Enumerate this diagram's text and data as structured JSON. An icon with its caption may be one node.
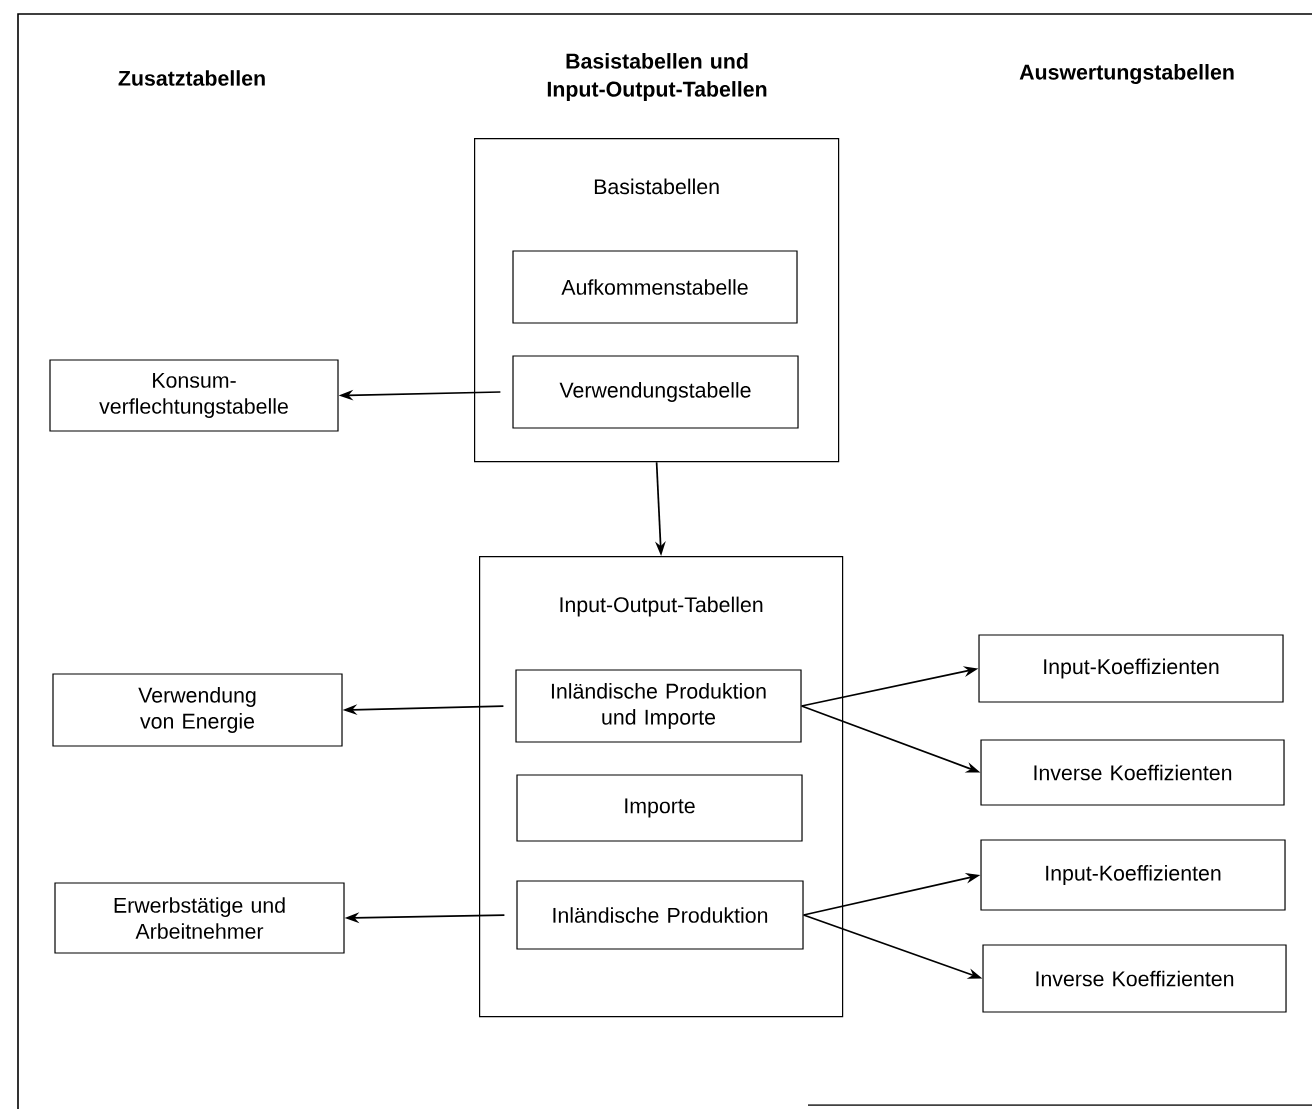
{
  "diagram": {
    "nodes": [
      {
        "text": [
          "Basistabellen"
        ]
      },
      {
        "text": [
          "Aufkommenstabelle"
        ],
        "in": 0
      },
      {
        "text": [
          "Verwendungstabelle"
        ],
        "in": 0
      },
      {
        "text": [
          "Konsum- verflechtungstabelle"
        ]
      },
      {
        "text": [
          "Input-Output-Tabellen"
        ]
      },
      {
        "text": [
          "Inländische Produktion und Importe"
        ],
        "in": 4
      },
      {
        "text": [
          "Importe"
        ],
        "in": 4
      },
      {
        "text": [
          "Inländische Produktion"
        ],
        "in": 4
      },
      {
        "text": [
          "Verwendung von Energie"
        ]
      },
      {
        "text": [
          "Erwerbstätige und Arbeitnehmer"
        ]
      },
      {
        "text": [
          "Input-Koeffizienten"
        ]
      },
      {
        "text": [
          "Inverse Koeffizienten"
        ]
      },
      {
        "text": [
          "Input-Koeffizienten"
        ]
      },
      {
        "text": [
          "Inverse Koeffizienten"
        ]
      }
    ],
    "edges": [
      {
        "from": 2,
        "to": 3,
        "arrow": "to"
      },
      {
        "from": 0,
        "to": 4,
        "arrow": "to"
      },
      {
        "from": 5,
        "to": 8,
        "arrow": "to"
      },
      {
        "from": 7,
        "to": 9,
        "arrow": "to"
      },
      {
        "from": 5,
        "to": 10,
        "arrow": "to"
      },
      {
        "from": 5,
        "to": 11,
        "arrow": "to"
      },
      {
        "from": 7,
        "to": 12,
        "arrow": "to"
      },
      {
        "from": 7,
        "to": 13,
        "arrow": "to"
      }
    ],
    "labels": [
      "Zusatztabellen",
      "Basistabellen und Input-Output-Tabellen",
      "Auswertungstabellen"
    ]
  }
}
